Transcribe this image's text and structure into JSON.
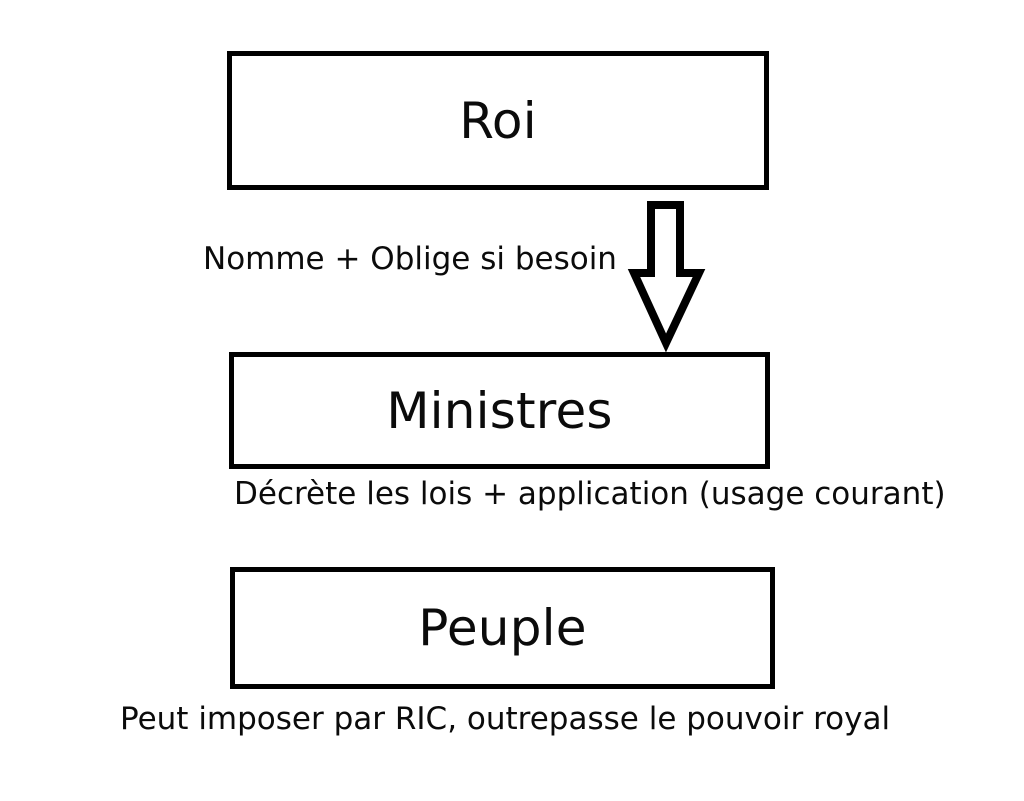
{
  "diagram": {
    "type": "hierarchy-flow",
    "background_color": "#ffffff",
    "stroke_color": "#000000",
    "text_color": "#0b0b0b",
    "nodes": [
      {
        "id": "roi",
        "label": "Roi"
      },
      {
        "id": "ministres",
        "label": "Ministres"
      },
      {
        "id": "peuple",
        "label": "Peuple"
      }
    ],
    "connectors": [
      {
        "id": "roi-to-ministres",
        "icon": "down-block-arrow-icon",
        "from": "roi",
        "to": "ministres",
        "direction": "down",
        "style": "hollow-block-arrow"
      }
    ],
    "captions": [
      {
        "id": "nomme",
        "text": "Nomme + Oblige si besoin"
      },
      {
        "id": "decrete",
        "text": "Décrète les lois + application  (usage courant)"
      },
      {
        "id": "peut-imposer",
        "text": "Peut imposer par RIC, outrepasse le pouvoir royal"
      }
    ]
  }
}
